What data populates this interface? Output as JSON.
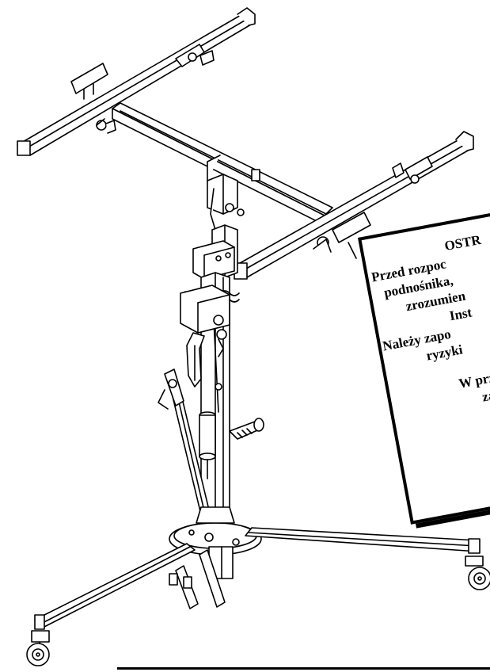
{
  "warning": {
    "heading": "OSTR",
    "lines": [
      "Przed rozpoc",
      "podnośnika,",
      "zrozumien",
      "Inst",
      "Należy zapo",
      "ryzyki",
      "W prz",
      "zad"
    ]
  },
  "illustration": {
    "subject": "drywall panel lift",
    "stroke_color": "#000000",
    "fill_color": "#ffffff"
  }
}
